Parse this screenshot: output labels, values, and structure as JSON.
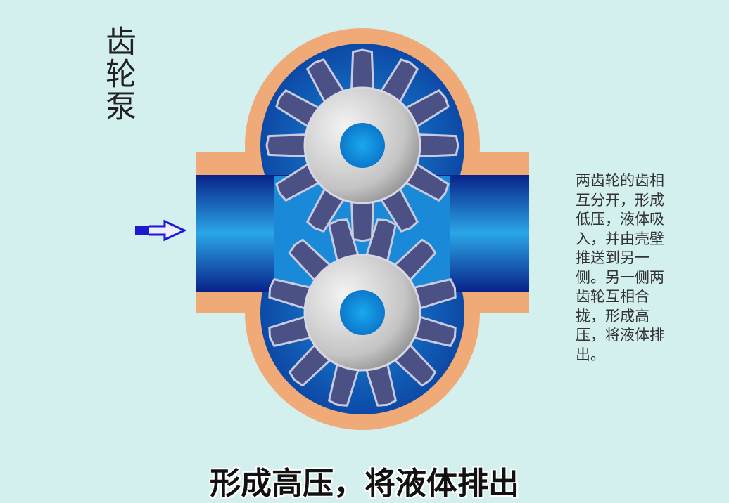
{
  "title": "齿轮泵",
  "description": "两齿轮的齿相互分开，形成低压，液体吸入，并由壳壁推送到另一侧。另一侧两齿轮互相合拢，形成高压，将液体排出。",
  "subtitle": "形成高压，将液体排出",
  "colors": {
    "background": "#d3efee",
    "casing": "#f0aa78",
    "fluid": "#0a62c0",
    "tooth": "#4b5185",
    "hub": "#c8c8c8",
    "arrow": "#1a1ad0"
  },
  "gears": {
    "teeth_count": 12
  }
}
